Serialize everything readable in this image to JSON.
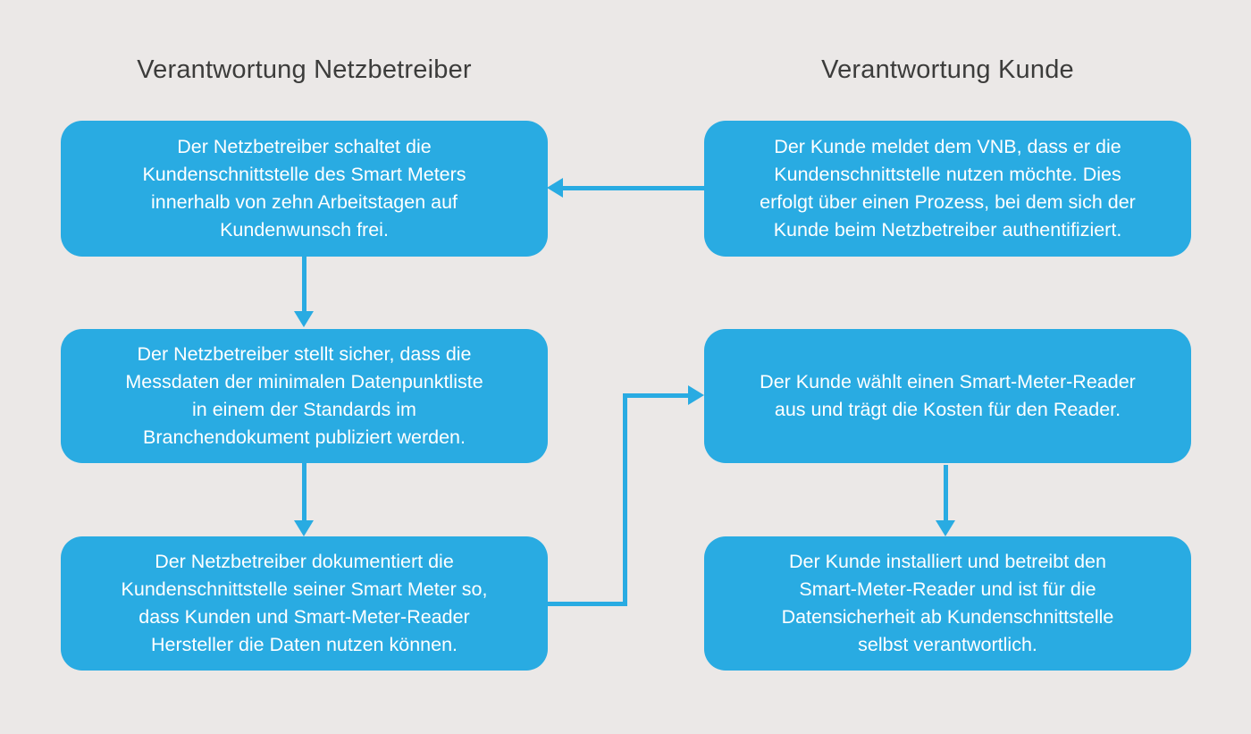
{
  "colors": {
    "background": "#EBE8E7",
    "accent": "#29ABE2",
    "heading_text": "#3C3C3B",
    "box_text": "#FFFFFF"
  },
  "columns": [
    {
      "id": "netzbetreiber",
      "header": "Verantwortung Netzbetreiber",
      "boxes": [
        {
          "id": "netzbetreiber-1",
          "text": "Der Netzbetreiber schaltet die\nKundenschnittstelle des Smart Meters\ninnerhalb von zehn Arbeitstagen auf\nKundenwunsch frei."
        },
        {
          "id": "netzbetreiber-2",
          "text": "Der Netzbetreiber stellt sicher, dass die\nMessdaten der minimalen Datenpunktliste\nin einem der Standards im\nBranchendokument publiziert werden."
        },
        {
          "id": "netzbetreiber-3",
          "text": "Der Netzbetreiber dokumentiert die\nKundenschnittstelle seiner Smart Meter so,\ndass Kunden und Smart-Meter-Reader\nHersteller die Daten nutzen können."
        }
      ]
    },
    {
      "id": "kunde",
      "header": "Verantwortung Kunde",
      "boxes": [
        {
          "id": "kunde-1",
          "text": "Der Kunde meldet dem VNB, dass er die\nKundenschnittstelle nutzen möchte. Dies\nerfolgt über einen Prozess, bei dem sich der\nKunde beim Netzbetreiber authentifiziert."
        },
        {
          "id": "kunde-2",
          "text": "Der Kunde wählt einen Smart-Meter-Reader\naus und trägt die Kosten für den Reader."
        },
        {
          "id": "kunde-3",
          "text": "Der Kunde installiert und betreibt den\nSmart-Meter-Reader und ist für die\nDatensicherheit ab Kundenschnittstelle\nselbst verantwortlich."
        }
      ]
    }
  ],
  "connections": [
    {
      "from": "kunde-1",
      "to": "netzbetreiber-1",
      "shape": "horizontal-left"
    },
    {
      "from": "netzbetreiber-1",
      "to": "netzbetreiber-2",
      "shape": "vertical-down"
    },
    {
      "from": "netzbetreiber-2",
      "to": "netzbetreiber-3",
      "shape": "vertical-down"
    },
    {
      "from": "netzbetreiber-3",
      "to": "kunde-2",
      "shape": "elbow-right"
    },
    {
      "from": "kunde-2",
      "to": "kunde-3",
      "shape": "vertical-down"
    }
  ]
}
